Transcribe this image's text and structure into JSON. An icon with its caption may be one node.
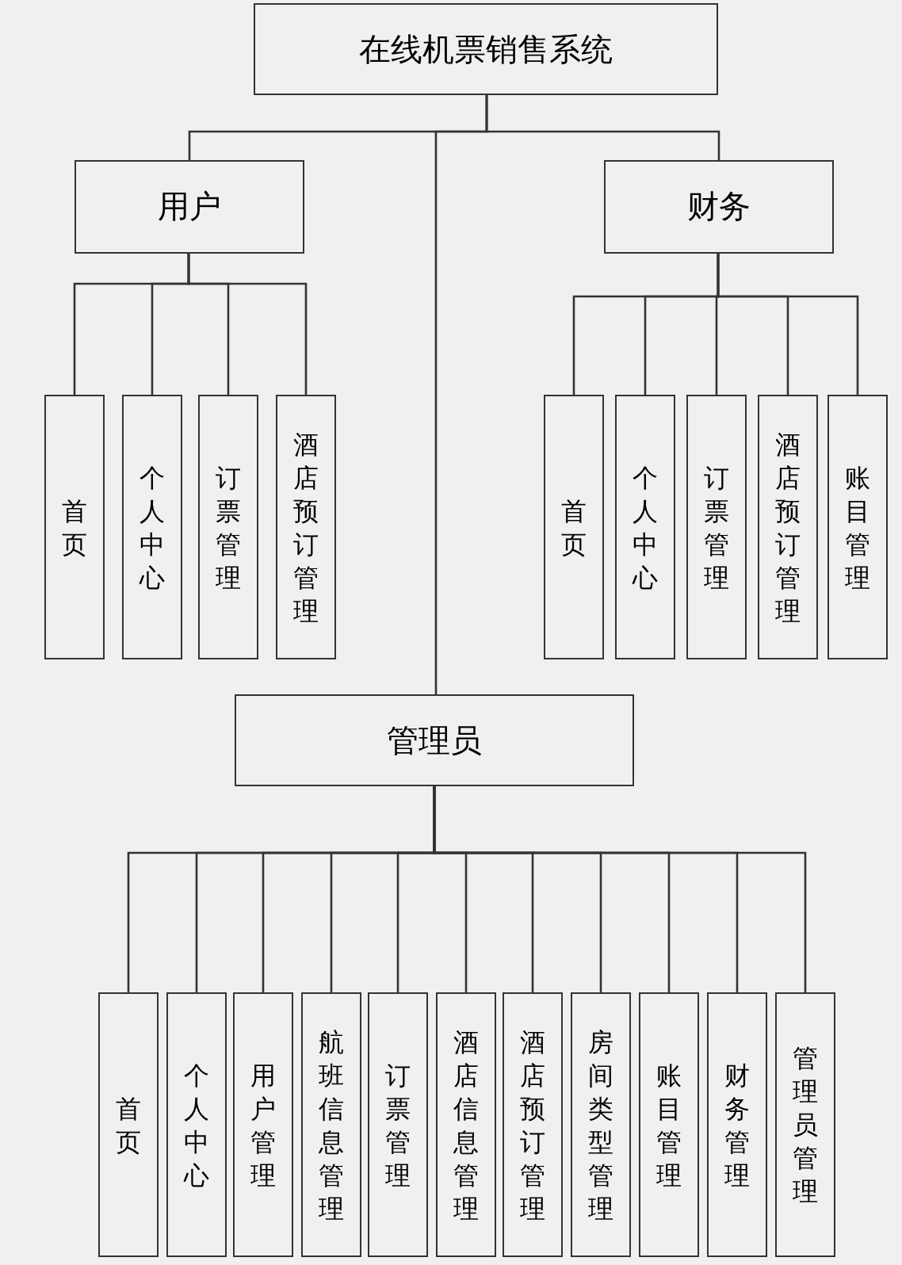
{
  "diagram": {
    "nodes": [
      {
        "text": [
          "在线机票销售系统"
        ]
      },
      {
        "text": [
          "用户"
        ]
      },
      {
        "text": [
          "财务"
        ]
      },
      {
        "text": [
          "管理员"
        ]
      },
      {
        "text": [
          "首页"
        ]
      },
      {
        "text": [
          "个人中心"
        ]
      },
      {
        "text": [
          "订票管理"
        ]
      },
      {
        "text": [
          "酒店预订管理"
        ]
      },
      {
        "text": [
          "首页"
        ]
      },
      {
        "text": [
          "个人中心"
        ]
      },
      {
        "text": [
          "订票管理"
        ]
      },
      {
        "text": [
          "酒店预订管理"
        ]
      },
      {
        "text": [
          "账目管理"
        ]
      },
      {
        "text": [
          "首页"
        ]
      },
      {
        "text": [
          "个人中心"
        ]
      },
      {
        "text": [
          "用户管理"
        ]
      },
      {
        "text": [
          "航班信息管理"
        ]
      },
      {
        "text": [
          "订票管理"
        ]
      },
      {
        "text": [
          "酒店信息管理"
        ]
      },
      {
        "text": [
          "酒店预订管理"
        ]
      },
      {
        "text": [
          "房间类型管理"
        ]
      },
      {
        "text": [
          "账目管理"
        ]
      },
      {
        "text": [
          "财务管理"
        ]
      },
      {
        "text": [
          "管理员管理"
        ]
      }
    ],
    "edges": [
      {
        "from": 0,
        "to": 1,
        "arrow": "none"
      },
      {
        "from": 0,
        "to": 2,
        "arrow": "none"
      },
      {
        "from": 0,
        "to": 3,
        "arrow": "none"
      },
      {
        "from": 1,
        "to": 4,
        "arrow": "none"
      },
      {
        "from": 1,
        "to": 5,
        "arrow": "none"
      },
      {
        "from": 1,
        "to": 6,
        "arrow": "none"
      },
      {
        "from": 1,
        "to": 7,
        "arrow": "none"
      },
      {
        "from": 2,
        "to": 8,
        "arrow": "none"
      },
      {
        "from": 2,
        "to": 9,
        "arrow": "none"
      },
      {
        "from": 2,
        "to": 10,
        "arrow": "none"
      },
      {
        "from": 2,
        "to": 11,
        "arrow": "none"
      },
      {
        "from": 2,
        "to": 12,
        "arrow": "none"
      },
      {
        "from": 3,
        "to": 13,
        "arrow": "none"
      },
      {
        "from": 3,
        "to": 14,
        "arrow": "none"
      },
      {
        "from": 3,
        "to": 15,
        "arrow": "none"
      },
      {
        "from": 3,
        "to": 16,
        "arrow": "none"
      },
      {
        "from": 3,
        "to": 17,
        "arrow": "none"
      },
      {
        "from": 3,
        "to": 18,
        "arrow": "none"
      },
      {
        "from": 3,
        "to": 19,
        "arrow": "none"
      },
      {
        "from": 3,
        "to": 20,
        "arrow": "none"
      },
      {
        "from": 3,
        "to": 21,
        "arrow": "none"
      },
      {
        "from": 3,
        "to": 22,
        "arrow": "none"
      },
      {
        "from": 3,
        "to": 23,
        "arrow": "none"
      }
    ]
  }
}
